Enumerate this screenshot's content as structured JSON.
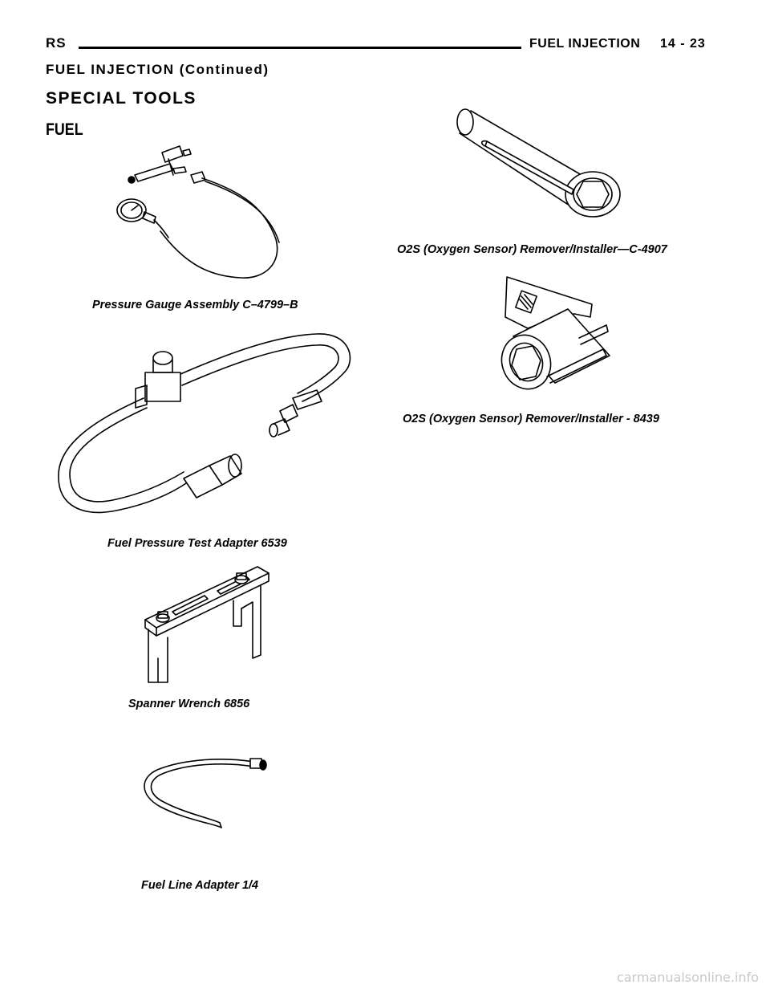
{
  "header": {
    "left": "RS",
    "right": "FUEL INJECTION",
    "page": "14 - 23"
  },
  "continued_title": "FUEL INJECTION (Continued)",
  "section_title": "SPECIAL TOOLS",
  "subsection_title": "FUEL",
  "figures": [
    {
      "caption": "Pressure Gauge Assembly C–4799–B",
      "icon": "pressure-gauge"
    },
    {
      "caption": "Fuel Pressure Test Adapter 6539",
      "icon": "fuel-hose-adapter"
    },
    {
      "caption": "Spanner Wrench 6856",
      "icon": "spanner-wrench"
    },
    {
      "caption": "Fuel Line Adapter 1/4",
      "icon": "fuel-line"
    },
    {
      "caption": "O2S (Oxygen Sensor) Remover/Installer—C-4907",
      "icon": "socket"
    },
    {
      "caption": "O2S (Oxygen Sensor) Remover/Installer - 8439",
      "icon": "socket-with-wrench"
    }
  ],
  "footer": "carmanualsonline.info"
}
